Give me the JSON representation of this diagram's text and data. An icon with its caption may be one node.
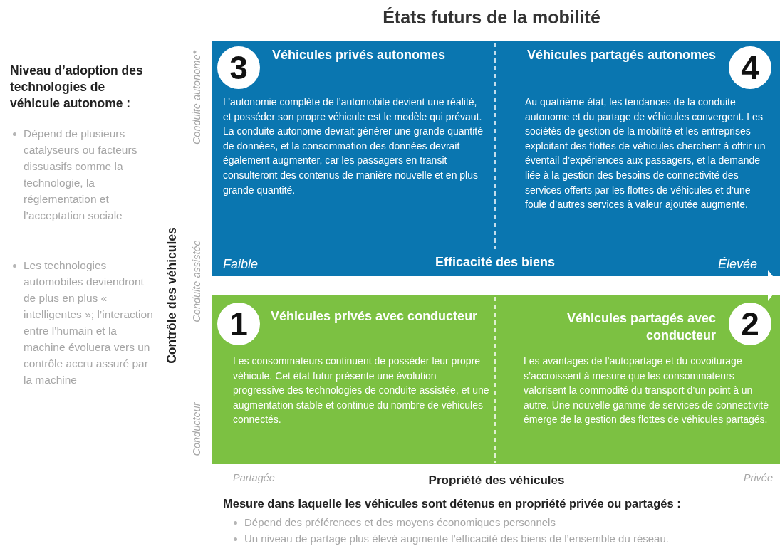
{
  "diagram": {
    "title": "États futurs de la mobilité",
    "nodes": [
      {
        "text": [
          "Véhicules privés autonomes",
          "L’autonomie complète de l’automobile devient une réalité, et posséder son propre véhicule est le modèle qui prévaut. La conduite autonome devrait générer une grande quantité de données, et la consommation des données devrait également augmenter, car les passagers en transit consulteront des contenus de manière nouvelle et en plus grande quantité."
        ]
      },
      {
        "text": [
          "3"
        ],
        "in": 0
      },
      {
        "text": [
          "Véhicules partagés autonomes",
          "Au quatrième état, les tendances de la conduite autonome et du partage de véhicules convergent. Les sociétés de gestion de la mobilité et les entreprises exploitant des flottes de véhicules cherchent à offrir un éventail d’expériences aux passagers, et la demande liée à la gestion des besoins de connectivité des services offerts par les flottes de véhicules et d’une foule d’autres services à valeur ajoutée augmente."
        ]
      },
      {
        "text": [
          "4"
        ],
        "in": 2
      },
      {
        "text": [
          "Véhicules privés avec conducteur",
          "Les consommateurs continuent de posséder leur propre véhicule. Cet état futur présente une évolution progressive des technologies de conduite assistée, et une augmentation stable et continue du nombre de véhicules connectés."
        ]
      },
      {
        "text": [
          "1"
        ],
        "in": 4
      },
      {
        "text": [
          "Véhicules partagés avec conducteur",
          "Les avantages de l’autopartage et du covoiturage s’accroissent à mesure que les consommateurs valorisent la commodité du transport d’un point à un autre. Une nouvelle gamme de services de connectivité émerge de la gestion des flottes de véhicules partagés."
        ]
      },
      {
        "text": [
          "2"
        ],
        "in": 6
      }
    ],
    "labels": [
      "Niveau d’adoption des technologies de véhicule autonome :",
      "Dépend de plusieurs catalyseurs ou facteurs dissuasifs comme la technologie, la réglementation et l’acceptation sociale",
      "Les technologies automobiles deviendront de plus en plus « intelligentes »; l’interaction entre l’humain et la machine évoluera vers un contrôle accru assuré par la machine",
      "Conduite autonome*",
      "Contrôle des véhicules",
      "Conduite assistée",
      "Conducteur",
      "Faible",
      "Efficacité des biens",
      "Élevée",
      "Partagée",
      "Propriété des véhicules",
      "Privée",
      "Mesure dans laquelle les véhicules sont détenus en propriété privée ou partagés :",
      "Dépend des préférences et des moyens économiques personnels",
      "Un niveau de partage plus élevé augmente l’efficacité des biens de l’ensemble du réseau."
    ]
  }
}
